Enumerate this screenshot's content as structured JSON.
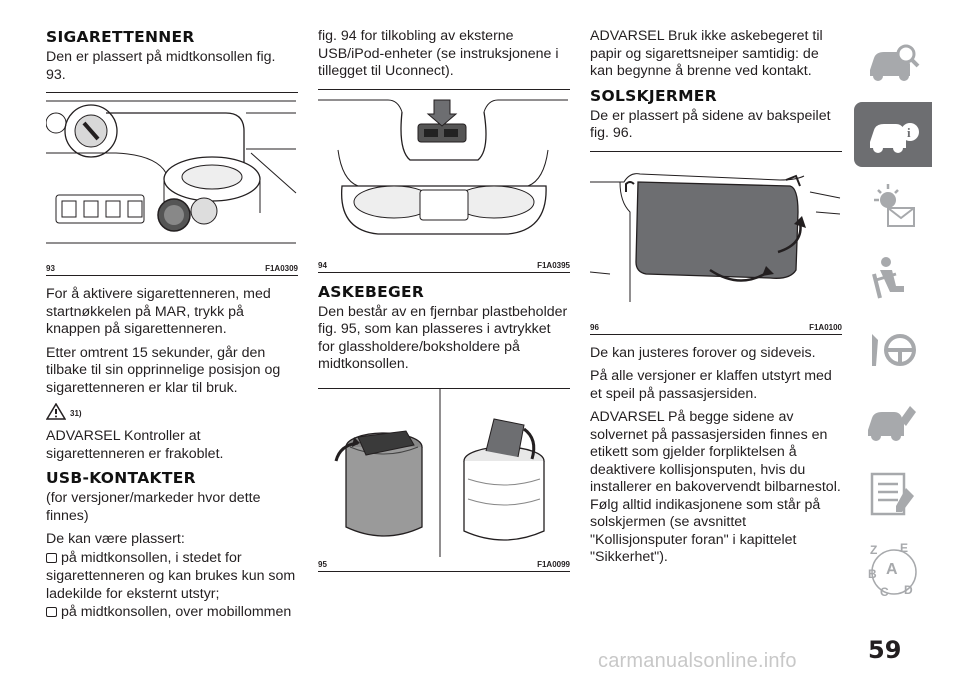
{
  "page_number": "59",
  "watermark": "carmanualsonline.info",
  "col1": {
    "h_cigar": "SIGARETTENNER",
    "p_cigar_loc": "Den er plassert på midtkonsollen fig. 93.",
    "fig93_num": "93",
    "fig93_code": "F1A0309",
    "p_activate": "For å aktivere sigarettenneren, med startnøkkelen på MAR, trykk på knappen på sigarettenneren.",
    "p_after": "Etter omtrent 15 sekunder, går den tilbake til sin opprinnelige posisjon og sigarettenneren er klar til bruk.",
    "warn_ref": "31)",
    "p_advarsel": "ADVARSEL Kontroller at sigarettenneren er frakoblet.",
    "h_usb": "USB-KONTAKTER",
    "p_usb_versions": "(for versjoner/markeder hvor dette finnes)",
    "p_usb_can": "De kan være plassert:",
    "li_1": "på midtkonsollen, i stedet for sigarettenneren og kan brukes kun som ladekilde for eksternt utstyr;",
    "li_2": "på midtkonsollen, over mobillommen"
  },
  "col2": {
    "p_fig94_ref": "fig. 94 for tilkobling av eksterne USB/iPod-enheter (se instruksjonene i tillegget til Uconnect).",
    "fig94_num": "94",
    "fig94_code": "F1A0395",
    "h_ashtray": "ASKEBEGER",
    "p_ashtray": "Den består av en fjernbar plastbeholder fig. 95, som kan plasseres i avtrykket for glassholdere/boksholdere på midtkonsollen.",
    "fig95_num": "95",
    "fig95_code": "F1A0099"
  },
  "col3": {
    "p_advarsel_ash": "ADVARSEL Bruk ikke askebegeret til papir og sigarettsneiper samtidig: de kan begynne å brenne ved kontakt.",
    "h_visor": "SOLSKJERMER",
    "p_visor_loc": "De er plassert på sidene av bakspeilet fig. 96.",
    "fig96_num": "96",
    "fig96_code": "F1A0100",
    "p_adjust": "De kan justeres forover og sideveis.",
    "p_mirror": "På alle versjoner er klaffen utstyrt med et speil på passasjersiden.",
    "p_airbag": "ADVARSEL På begge sidene av solvernet på passasjersiden finnes en etikett som gjelder forpliktelsen å deaktivere kollisjonsputen, hvis du installerer en bakovervendt bilbarnestol. Følg alltid indikasjonene som står på solskjermen (se avsnittet \"Kollisjonsputer foran\" i kapittelet \"Sikkerhet\")."
  },
  "sidebar": [
    "car-search-icon",
    "car-info-icon",
    "warning-lights-icon",
    "airbag-icon",
    "steering-wrench-icon",
    "car-service-icon",
    "specs-list-icon",
    "index-abc-icon"
  ],
  "colors": {
    "tab_active": "#6d6e71",
    "icon_gray": "#a7a9ac",
    "text": "#231f20"
  }
}
